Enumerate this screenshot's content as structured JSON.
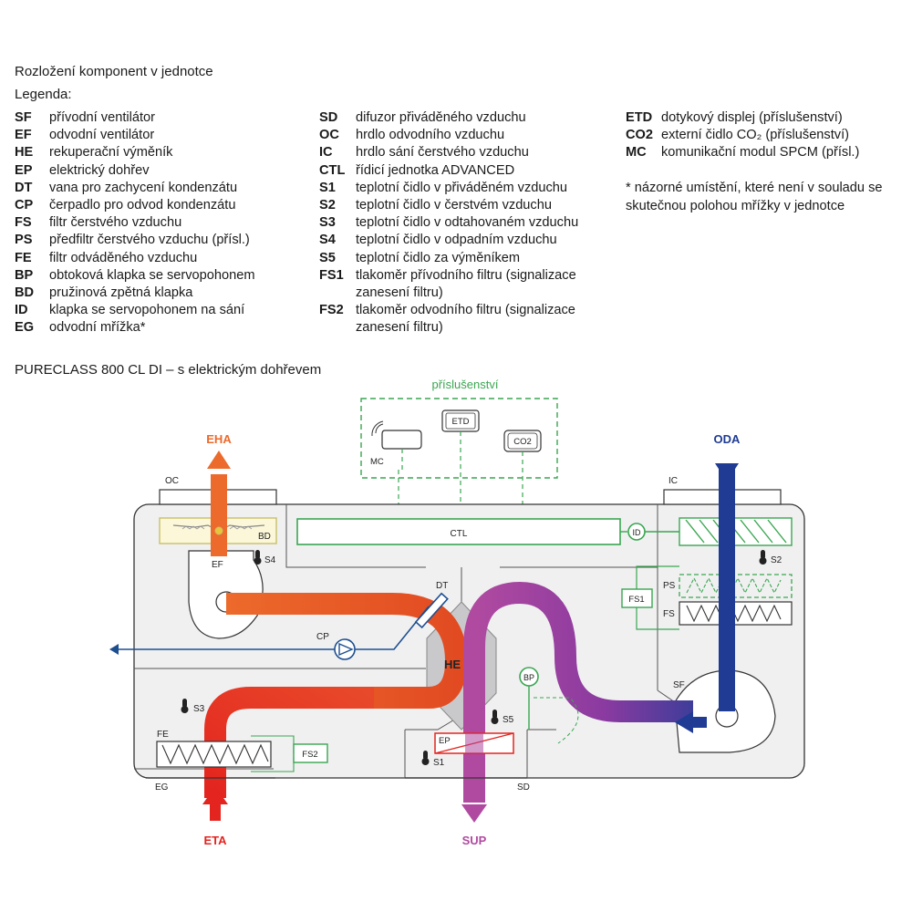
{
  "title": "Rozložení komponent v jednotce",
  "legend_heading": "Legenda:",
  "legend_col1": [
    {
      "abbr": "SF",
      "text": "přívodní ventilátor"
    },
    {
      "abbr": "EF",
      "text": "odvodní ventilátor"
    },
    {
      "abbr": "HE",
      "text": "rekuperační výměník"
    },
    {
      "abbr": "EP",
      "text": "elektrický dohřev"
    },
    {
      "abbr": "DT",
      "text": "vana pro zachycení kondenzátu"
    },
    {
      "abbr": "CP",
      "text": "čerpadlo pro odvod kondenzátu"
    },
    {
      "abbr": "FS",
      "text": "filtr čerstvého vzduchu"
    },
    {
      "abbr": "PS",
      "text": "předfiltr čerstvého vzduchu (přísl.)"
    },
    {
      "abbr": "FE",
      "text": "filtr odváděného vzduchu"
    },
    {
      "abbr": "BP",
      "text": "obtoková klapka se servopohonem"
    },
    {
      "abbr": "BD",
      "text": "pružinová zpětná klapka"
    },
    {
      "abbr": "ID",
      "text": "klapka se servopohonem na sání"
    },
    {
      "abbr": "EG",
      "text": "odvodní mřížka*"
    }
  ],
  "legend_col2": [
    {
      "abbr": "SD",
      "text": "difuzor přiváděného vzduchu"
    },
    {
      "abbr": "OC",
      "text": "hrdlo odvodního vzduchu"
    },
    {
      "abbr": "IC",
      "text": "hrdlo sání čerstvého vzduchu"
    },
    {
      "abbr": "CTL",
      "text": "řídicí jednotka ADVANCED"
    },
    {
      "abbr": "S1",
      "text": "teplotní čidlo v přiváděném vzduchu"
    },
    {
      "abbr": "S2",
      "text": "teplotní čidlo v čerstvém vzduchu"
    },
    {
      "abbr": "S3",
      "text": "teplotní čidlo v odtahovaném vzduchu"
    },
    {
      "abbr": "S4",
      "text": "teplotní čidlo v odpadním vzduchu"
    },
    {
      "abbr": "S5",
      "text": "teplotní čidlo za výměníkem"
    },
    {
      "abbr": "FS1",
      "text": "tlakoměr přívodního filtru (signalizace"
    },
    {
      "abbr": "",
      "text": "zanesení filtru)"
    },
    {
      "abbr": "FS2",
      "text": "tlakoměr odvodního filtru (signalizace"
    },
    {
      "abbr": "",
      "text": "zanesení filtru)"
    }
  ],
  "legend_col3": [
    {
      "abbr": "ETD",
      "text": "dotykový displej (příslušenství)"
    },
    {
      "abbr": "CO2",
      "text": "externí čidlo CO₂ (příslušenství)"
    },
    {
      "abbr": "MC",
      "text": "komunikační modul SPCM (přísl.)"
    }
  ],
  "note": "* názorné umístění, které není v souladu se skutečnou polohou mřížky v jednotce",
  "subtitle": "PURECLASS 800 CL DI – s elektrickým dohřevem",
  "diagram": {
    "accessories_label": "příslušenství",
    "EHA": "EHA",
    "ODA": "ODA",
    "ETA": "ETA",
    "SUP": "SUP",
    "OC": "OC",
    "IC": "IC",
    "CTL": "CTL",
    "ID": "ID",
    "BD": "BD",
    "EF": "EF",
    "S4": "S4",
    "S2": "S2",
    "DT": "DT",
    "CP": "CP",
    "HE": "HE",
    "BP": "BP",
    "PS": "PS",
    "FS": "FS",
    "FS1": "FS1",
    "SF": "SF",
    "S3": "S3",
    "S5": "S5",
    "EP": "EP",
    "S1": "S1",
    "FE": "FE",
    "FS2": "FS2",
    "EG": "EG",
    "SD": "SD",
    "MC": "MC",
    "ETD": "ETD",
    "CO2": "CO2",
    "colors": {
      "accessory_green": "#3aa651",
      "oda_blue": "#1f3b93",
      "eha_orange": "#ec6a2b",
      "eta_red": "#e3241f",
      "sup_purple": "#b04aa0",
      "cp_blue": "#1d4f8f"
    }
  }
}
